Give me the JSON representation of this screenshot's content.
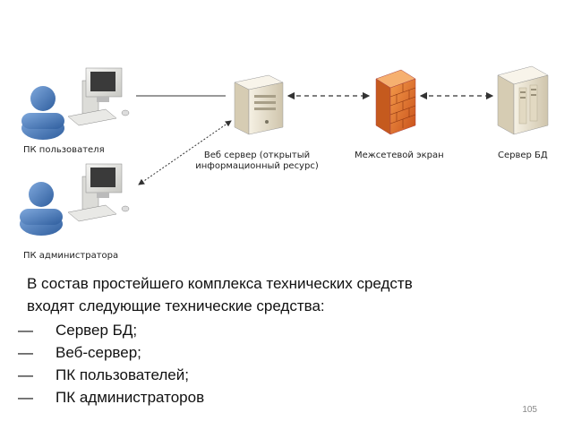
{
  "diagram": {
    "nodes": {
      "pc_user": {
        "label": "ПК пользователя",
        "icon": "user-workstation-icon"
      },
      "pc_admin": {
        "label": "ПК администратора",
        "icon": "admin-workstation-icon"
      },
      "web_server": {
        "label_line1": "Веб сервер (открытый",
        "label_line2": "информационный ресурс)",
        "icon": "server-icon"
      },
      "firewall": {
        "label": "Межсетевой экран",
        "icon": "firewall-icon"
      },
      "db_server": {
        "label": "Сервер БД",
        "icon": "database-server-icon"
      }
    },
    "colors": {
      "person": "#4a78b8",
      "server": "#ece4d0",
      "brick": "#e06a20",
      "line": "#333333"
    }
  },
  "text": {
    "intro_line1": "В состав простейшего комплекса технических средств",
    "intro_line2": "входят следующие технические средства:",
    "items": [
      {
        "marker": "—",
        "label": "Сервер БД;"
      },
      {
        "marker": "—",
        "label": "Веб-сервер;"
      },
      {
        "marker": "—",
        "label": "ПК пользователей;"
      },
      {
        "marker": "—",
        "label": "ПК администраторов"
      }
    ]
  },
  "page_number": "105"
}
